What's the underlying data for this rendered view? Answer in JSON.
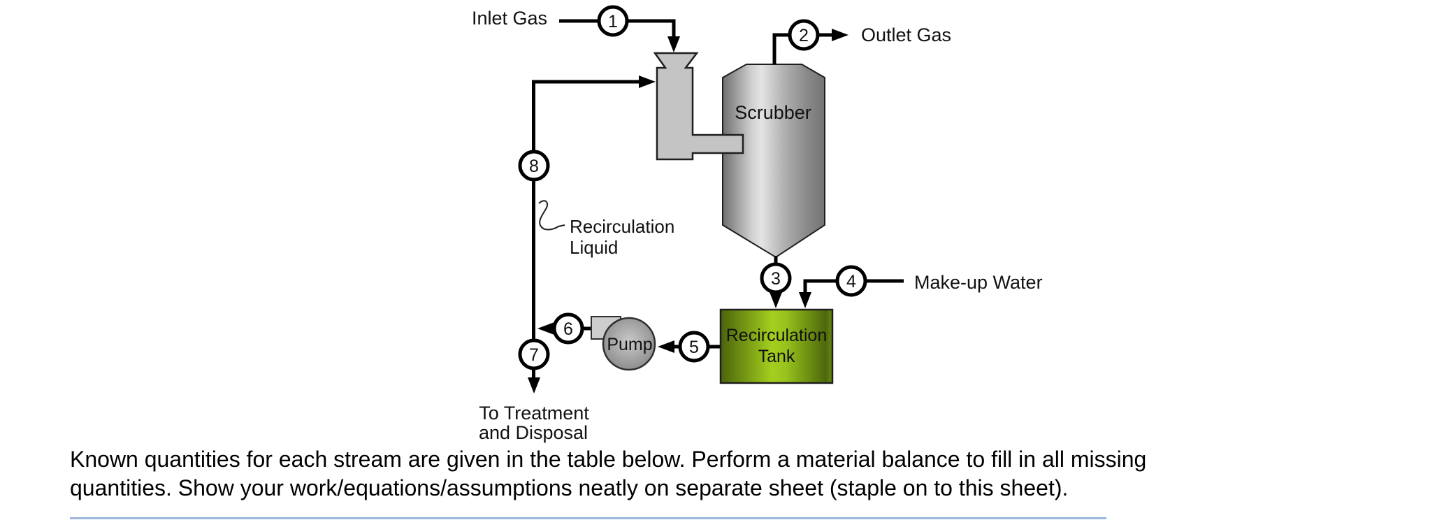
{
  "diagram": {
    "stream_labels": {
      "s1": "1",
      "s2": "2",
      "s3": "3",
      "s4": "4",
      "s5": "5",
      "s6": "6",
      "s7": "7",
      "s8": "8"
    },
    "inlet_gas": "Inlet Gas",
    "outlet_gas": "Outlet Gas",
    "scrubber": "Scrubber",
    "recirculation_liquid": {
      "line1": "Recirculation",
      "line2": "Liquid"
    },
    "make_up_water": "Make-up Water",
    "recirculation_tank": {
      "line1": "Recirculation",
      "line2": "Tank"
    },
    "pump": "Pump",
    "to_treatment": {
      "line1": "To Treatment",
      "line2": "and Disposal"
    }
  },
  "caption": {
    "line1": "Known quantities for each stream are given in the table below. Perform a material balance to fill in all missing",
    "line2": "quantities.  Show your work/equations/assumptions neatly on separate sheet (staple on to this sheet)."
  },
  "colors": {
    "stream_line": "#000000",
    "tank_green": "#a4cf1f",
    "vessel_gray": "#c4c4c4",
    "table_rule_blue": "#9db8d9"
  }
}
